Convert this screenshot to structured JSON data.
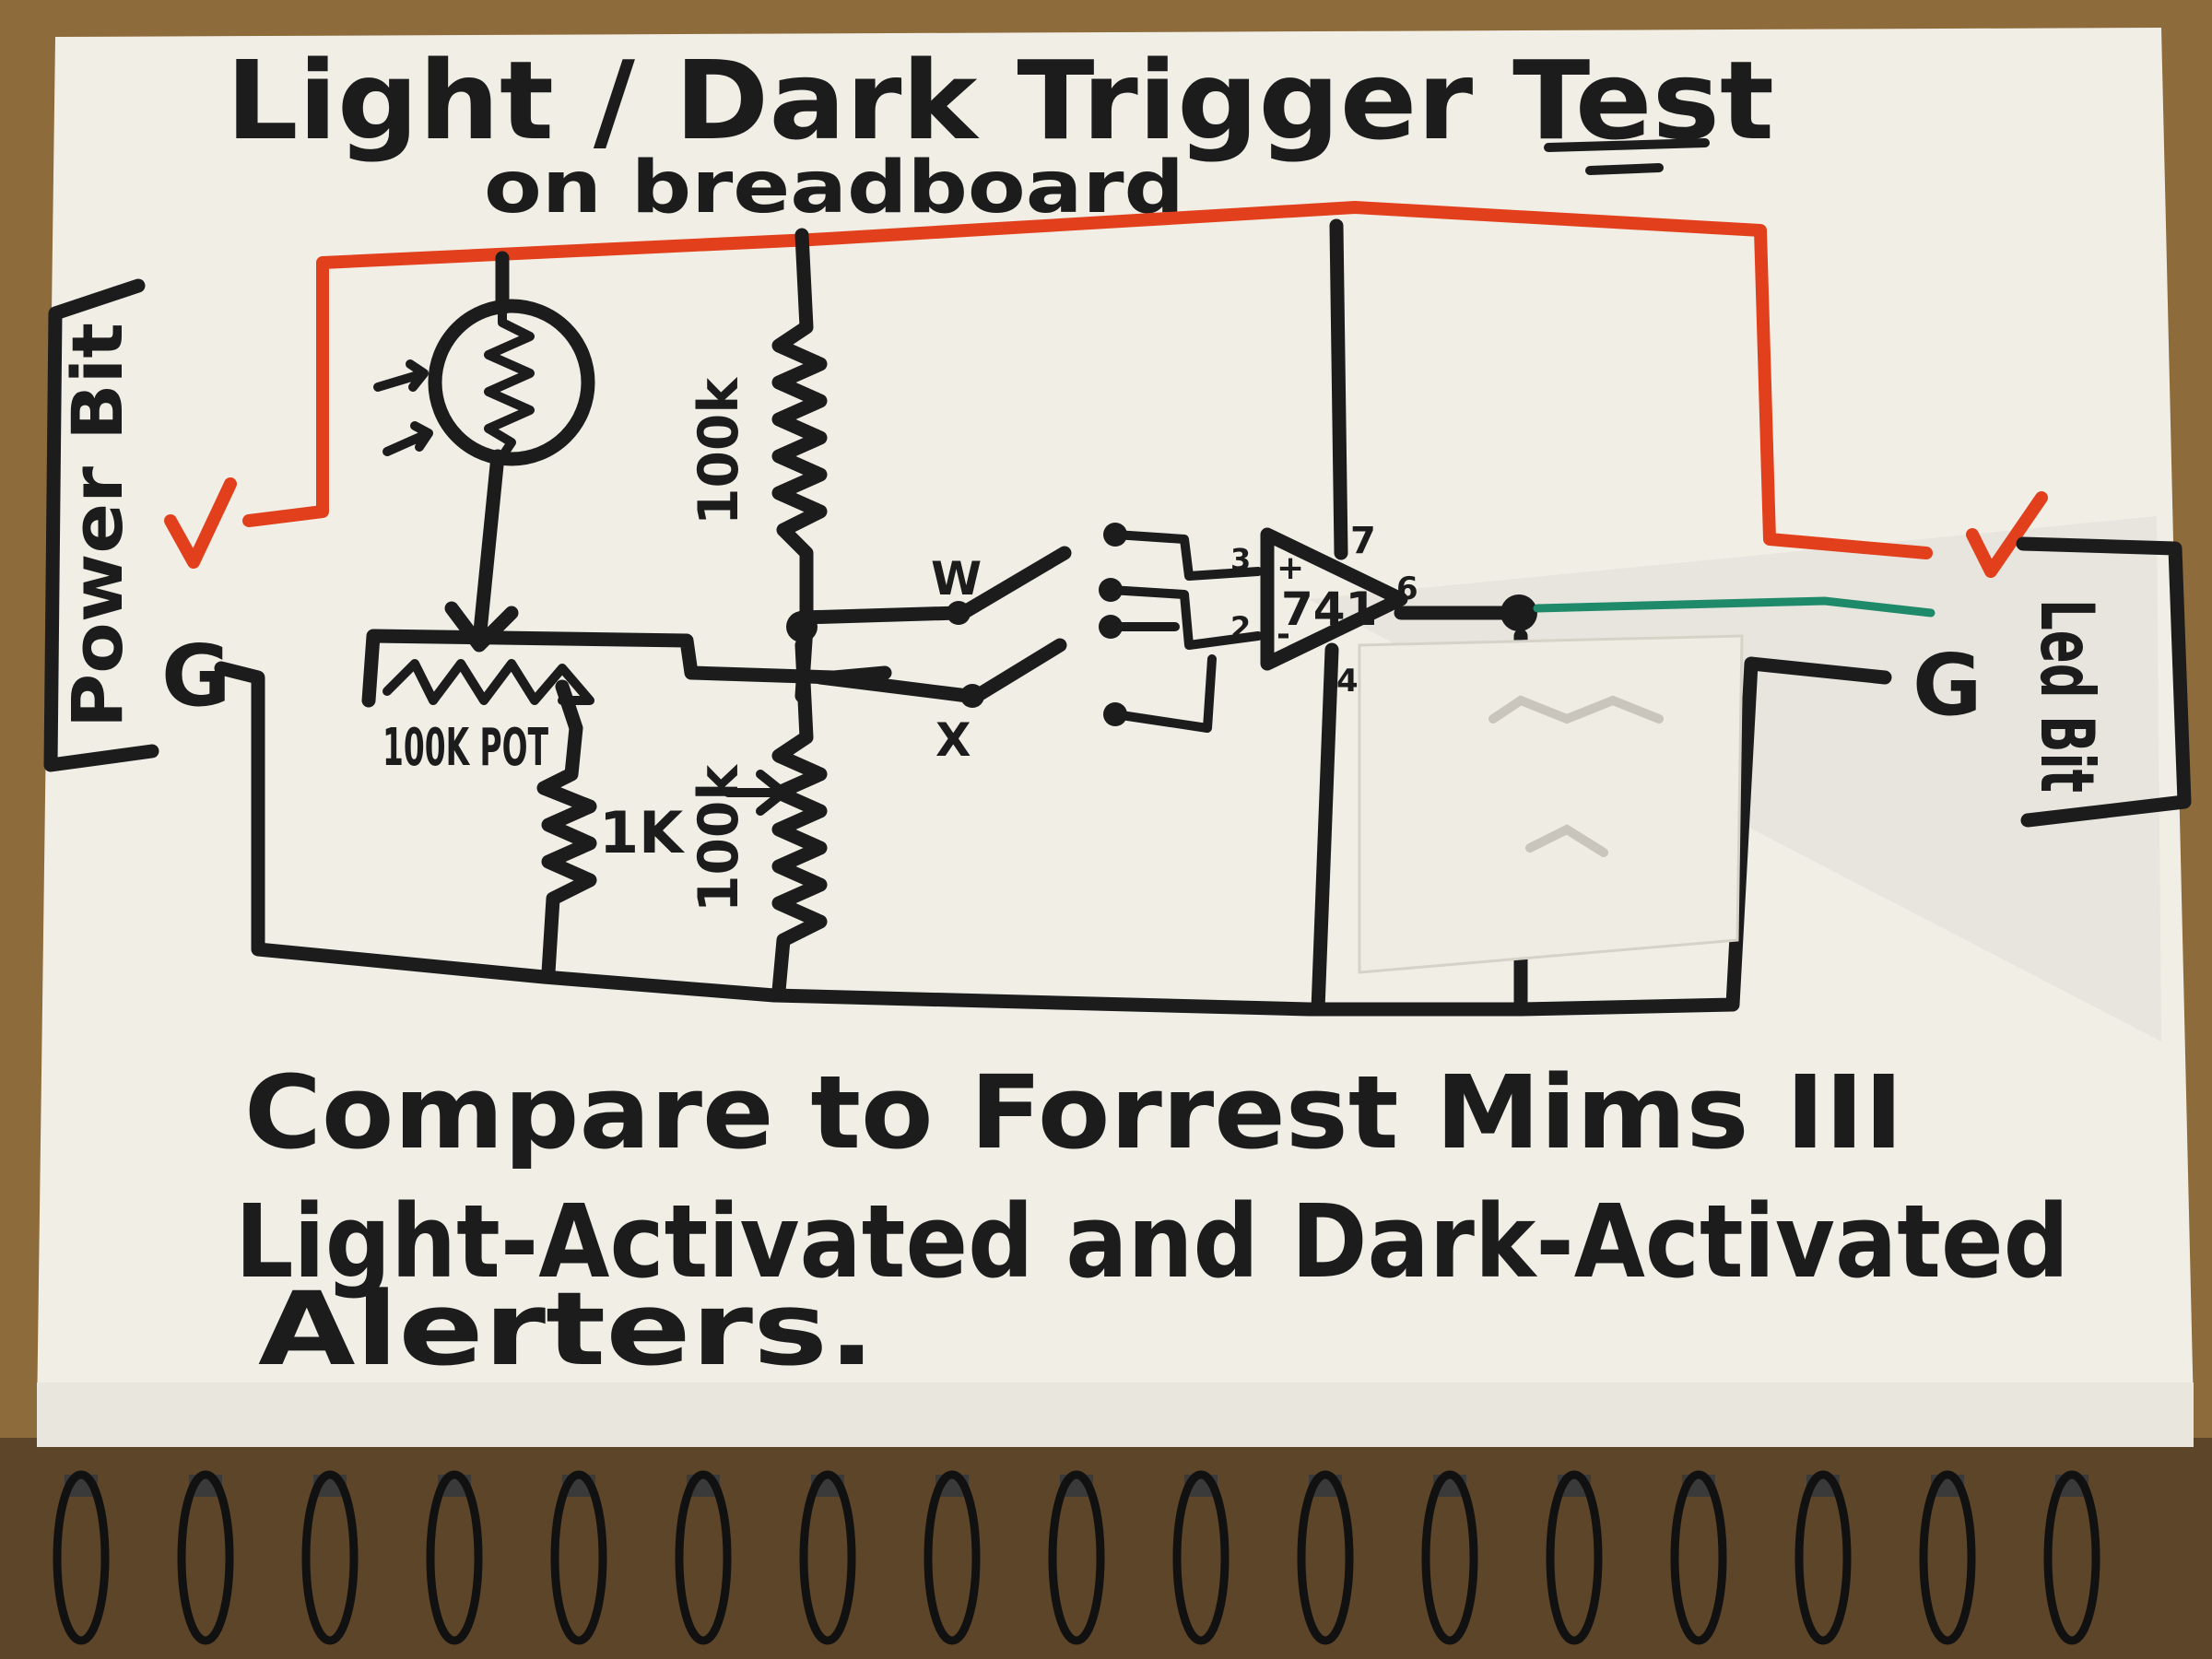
{
  "title": "Light / Dark Trigger Test",
  "subtitle": "on breadboard",
  "left_module": {
    "label": "Power Bit"
  },
  "right_module": {
    "label": "Led Bit"
  },
  "ground_label_left": "G",
  "ground_label_right": "G",
  "resistors": {
    "top_divider": "100k",
    "bottom_divider": "100k",
    "pot": "100K POT",
    "fixed": "1K"
  },
  "opamp": {
    "label": "741",
    "pins": {
      "plus": "+",
      "minus": "-",
      "in3": "3",
      "in2": "2",
      "out": "6",
      "vplus": "7",
      "vminus": "4"
    }
  },
  "switch_labels": {
    "w": "W",
    "x": "X"
  },
  "footer": {
    "line1": "Compare to Forrest Mims III",
    "line2": "Light-Activated and Dark-Activated",
    "line3": "Alerters."
  },
  "colors": {
    "paper": "#f1eee6",
    "ink": "#1c1c1c",
    "power_wire": "#e2401c",
    "led_wire": "#1f8a6a",
    "table": "#8a6a3a"
  }
}
